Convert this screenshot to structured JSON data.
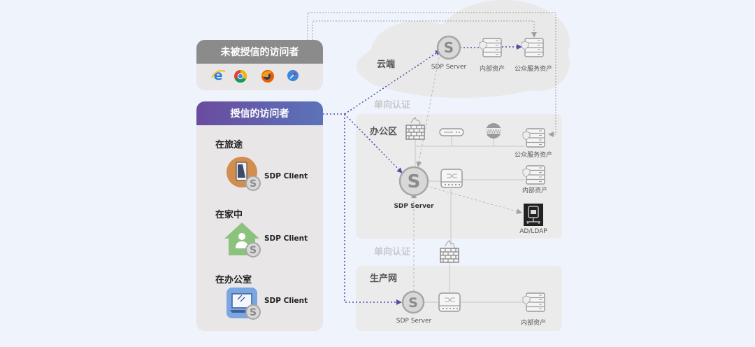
{
  "left": {
    "unauthorized": {
      "title": "未被授信的访问者",
      "browsers": [
        "ie-icon",
        "chrome-icon",
        "firefox-icon",
        "safari-icon"
      ]
    },
    "authorized": {
      "title": "授信的访问者",
      "groups": [
        {
          "title": "在旅途",
          "client": "SDP Client",
          "icon": "mobile-phone-icon"
        },
        {
          "title": "在家中",
          "client": "SDP Client",
          "icon": "home-user-icon"
        },
        {
          "title": "在办公室",
          "client": "SDP Client",
          "icon": "desktop-computer-icon"
        }
      ]
    }
  },
  "zones": {
    "cloud": {
      "title": "云端",
      "server": "SDP Server",
      "internal": "内部资产",
      "public": "公众服务资产"
    },
    "auth_label_1": "单向认证",
    "office": {
      "title": "办公区",
      "server": "SDP Server",
      "public": "公众服务资产",
      "internal": "内部资产",
      "ldap": "AD/LDAP",
      "www": "WWW"
    },
    "auth_label_2": "单向认证",
    "production": {
      "title": "生产网",
      "server": "SDP Server",
      "internal": "内部资产"
    }
  },
  "colors": {
    "accent_purple": "#5a48a8",
    "gray_head": "#8a8b8a",
    "icon_gray": "#9a9a9a"
  }
}
